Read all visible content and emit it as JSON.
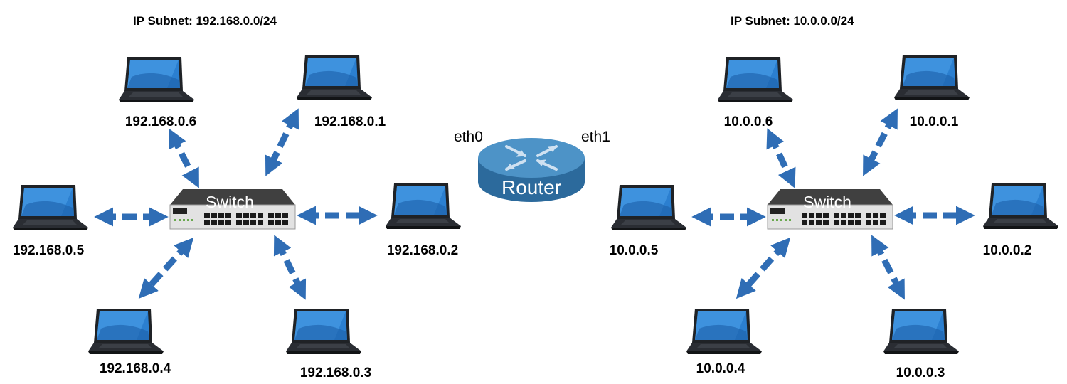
{
  "subnets": [
    {
      "title": "IP Subnet: 192.168.0.0/24",
      "switch_label": "Switch",
      "hosts": [
        "192.168.0.6",
        "192.168.0.1",
        "192.168.0.5",
        "192.168.0.2",
        "192.168.0.4",
        "192.168.0.3"
      ]
    },
    {
      "title": "IP Subnet: 10.0.0.0/24",
      "switch_label": "Switch",
      "hosts": [
        "10.0.0.6",
        "10.0.0.1",
        "10.0.0.5",
        "10.0.0.2",
        "10.0.0.4",
        "10.0.0.3"
      ]
    }
  ],
  "router": {
    "label": "Router",
    "interfaces": [
      "eth0",
      "eth1"
    ]
  },
  "colors": {
    "link_arrow": "#2f6db5",
    "router_top": "#4d93c7",
    "router_body": "#2c6a9c",
    "switch_body": "#3a3a3a",
    "laptop_screen": "#2b7fd0"
  },
  "icons": {
    "host": "laptop-icon",
    "switch": "network-switch-icon",
    "router": "router-icon"
  }
}
